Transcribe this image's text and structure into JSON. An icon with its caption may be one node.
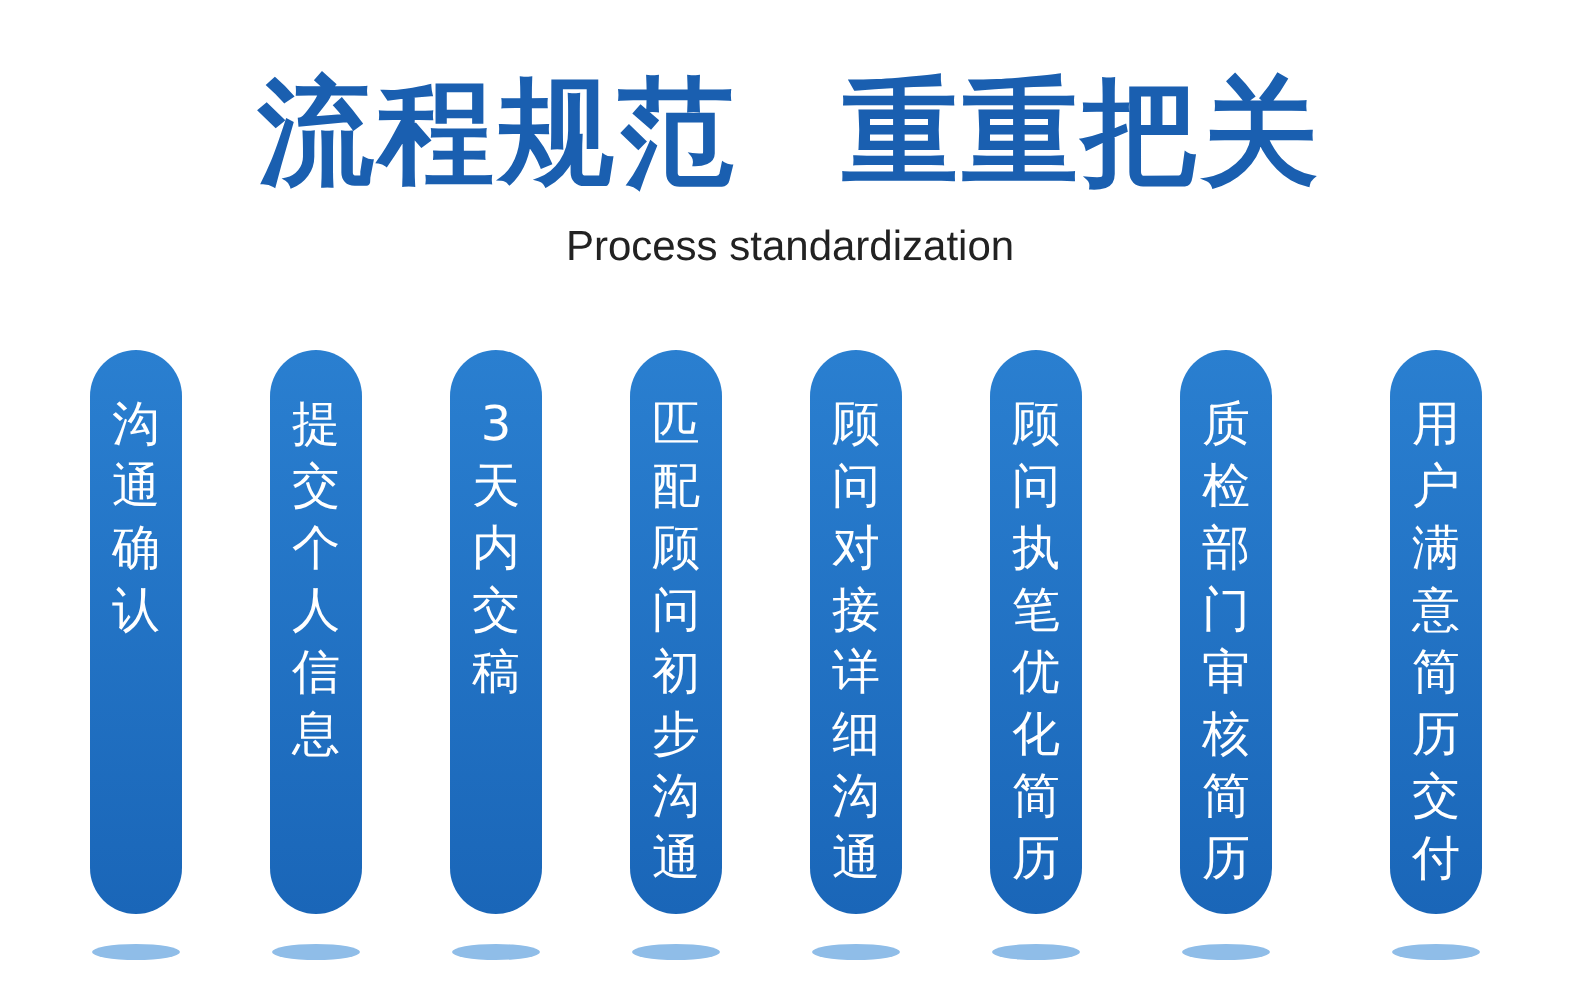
{
  "diagram": {
    "title": "流程规范 重重把关",
    "nodes": [
      {
        "text": [
          "沟通确认"
        ]
      },
      {
        "text": [
          "提交个人信息"
        ]
      },
      {
        "text": [
          "3天内交稿"
        ]
      },
      {
        "text": [
          "匹配顾问初步沟通"
        ]
      },
      {
        "text": [
          "顾问对接详细沟通"
        ]
      },
      {
        "text": [
          "顾问执笔优化简历"
        ]
      },
      {
        "text": [
          "质检部门审核简历"
        ]
      },
      {
        "text": [
          "用户满意简历交付"
        ]
      }
    ],
    "labels": [
      "Process standardization"
    ]
  }
}
